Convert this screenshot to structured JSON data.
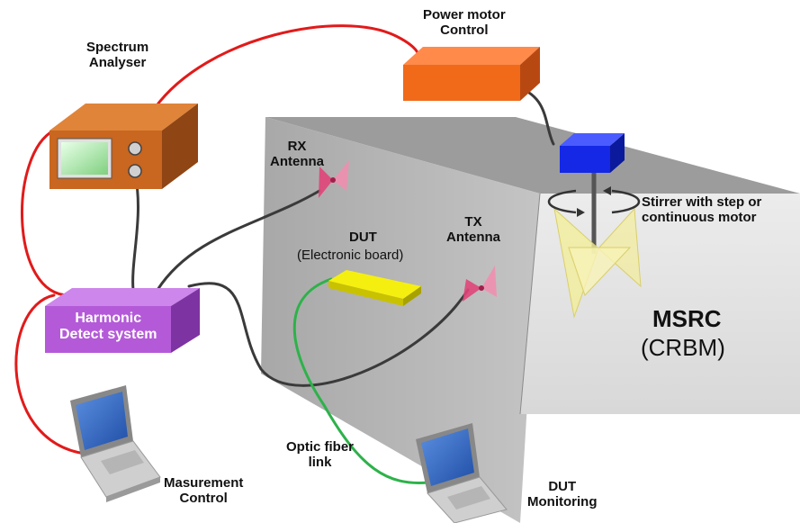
{
  "labels": {
    "power_motor": [
      "Power motor",
      "Control"
    ],
    "spectrum": [
      "Spectrum",
      "Analyser"
    ],
    "rx_antenna": [
      "RX",
      "Antenna"
    ],
    "tx_antenna": [
      "TX",
      "Antenna"
    ],
    "dut": "DUT",
    "dut_sub": "(Electronic board)",
    "stirrer": [
      "Stirrer with step or",
      "continuous motor"
    ],
    "msrc": "MSRC",
    "crbm": "(CRBM)",
    "harmonic": [
      "Harmonic",
      "Detect system"
    ],
    "optic": [
      "Optic fiber",
      "link"
    ],
    "measurement": [
      "Masurement",
      "Control"
    ],
    "dut_monitoring": [
      "DUT",
      "Monitoring"
    ]
  },
  "colors": {
    "chamber_front": "#e6e6e6",
    "chamber_top": "#9a9a9a",
    "chamber_side": "#b4b4b4",
    "spectrum_box": "#c9661f",
    "power_box": "#f06a1a",
    "motor_box": "#1428e6",
    "dut_board": "#f5ef10",
    "harmonic_box": "#b45ad8",
    "cable_red": "#e21a1a",
    "cable_dark": "#3a3a3a",
    "cable_green": "#2db24a",
    "antenna": "#e0457a",
    "laptop_screen": "#3b6fc7"
  }
}
